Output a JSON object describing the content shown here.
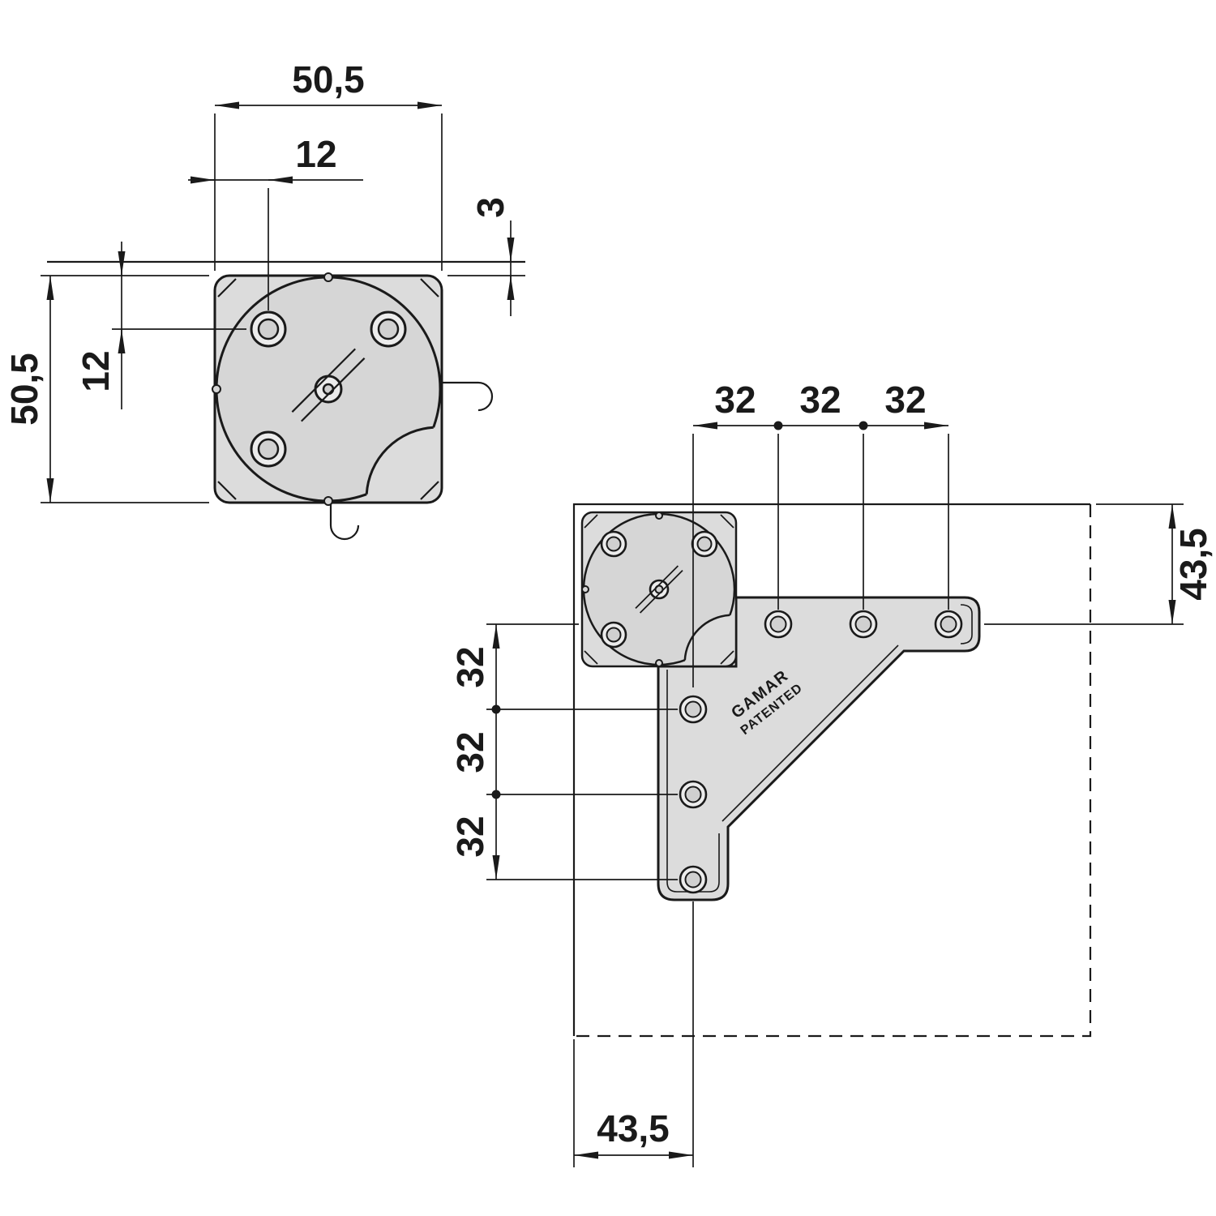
{
  "drawing": {
    "type": "technical-fitting-drawing",
    "colors": {
      "line": "#1a1a1a",
      "plate_fill": "#dcdcdc",
      "disc_fill": "#d6d6d6",
      "hole_fill": "#ececec",
      "hole_inner_fill": "#d0d0d0",
      "background": "#ffffff"
    },
    "top_view": {
      "width": "50,5",
      "height": "50,5",
      "hole_offset_horizontal": "12",
      "hole_offset_vertical": "12",
      "edge_gap": "3"
    },
    "mounted_view": {
      "top_spacing": [
        "32",
        "32",
        "32"
      ],
      "side_spacing": [
        "32",
        "32",
        "32"
      ],
      "vertical_offset": "43,5",
      "horizontal_offset": "43,5",
      "brand": "GAMAR",
      "patent_label": "PATENTED"
    }
  }
}
